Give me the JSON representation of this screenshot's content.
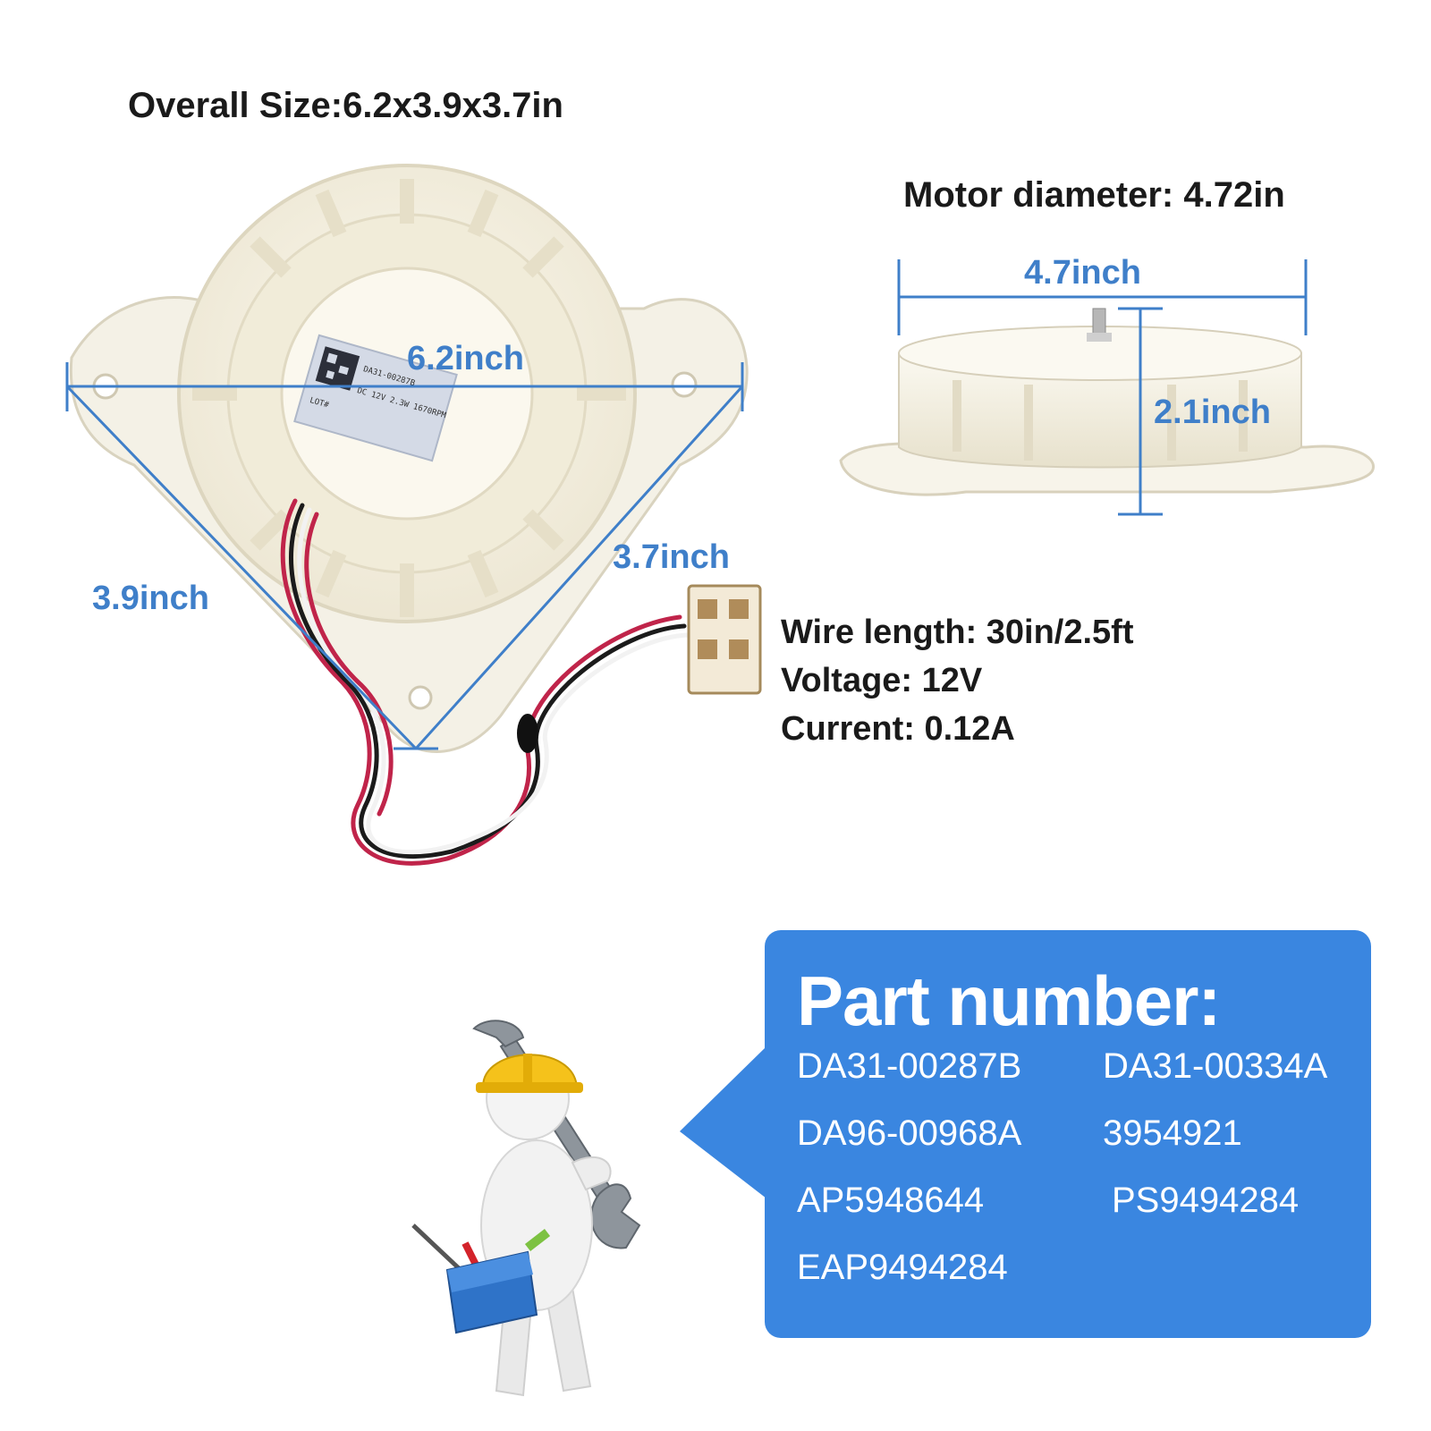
{
  "overall_size": "Overall Size:6.2x3.9x3.7in",
  "motor_diameter": "Motor diameter: 4.72in",
  "dimensions": {
    "width": "6.2inch",
    "left_side": "3.9inch",
    "right_side": "3.7inch",
    "diameter": "4.7inch",
    "height": "2.1inch"
  },
  "label_text": {
    "line1": "LOT#",
    "line2": "DC 12V 2.3W 1670RPM",
    "line3": "DA31-00287B"
  },
  "specs": {
    "wire": "Wire  length: 30in/2.5ft",
    "voltage": "Voltage: 12V",
    "current": "Current: 0.12A"
  },
  "part_panel": {
    "title": "Part number:",
    "numbers": [
      "DA31-00287B",
      "DA31-00334A",
      "DA96-00968A",
      "3954921",
      "AP5948644",
      "PS9494284",
      "EAP9494284"
    ]
  },
  "colors": {
    "accent_blue": "#3a86e0",
    "dimension_blue": "#3f7fc9",
    "text_dark": "#1a1a1a",
    "helmet_yellow": "#f5c21b",
    "wire_red": "#c0244a"
  },
  "icons": [
    "fan-motor-image",
    "fan-side-image",
    "worker-figure-icon",
    "wrench-icon",
    "toolbox-icon"
  ]
}
